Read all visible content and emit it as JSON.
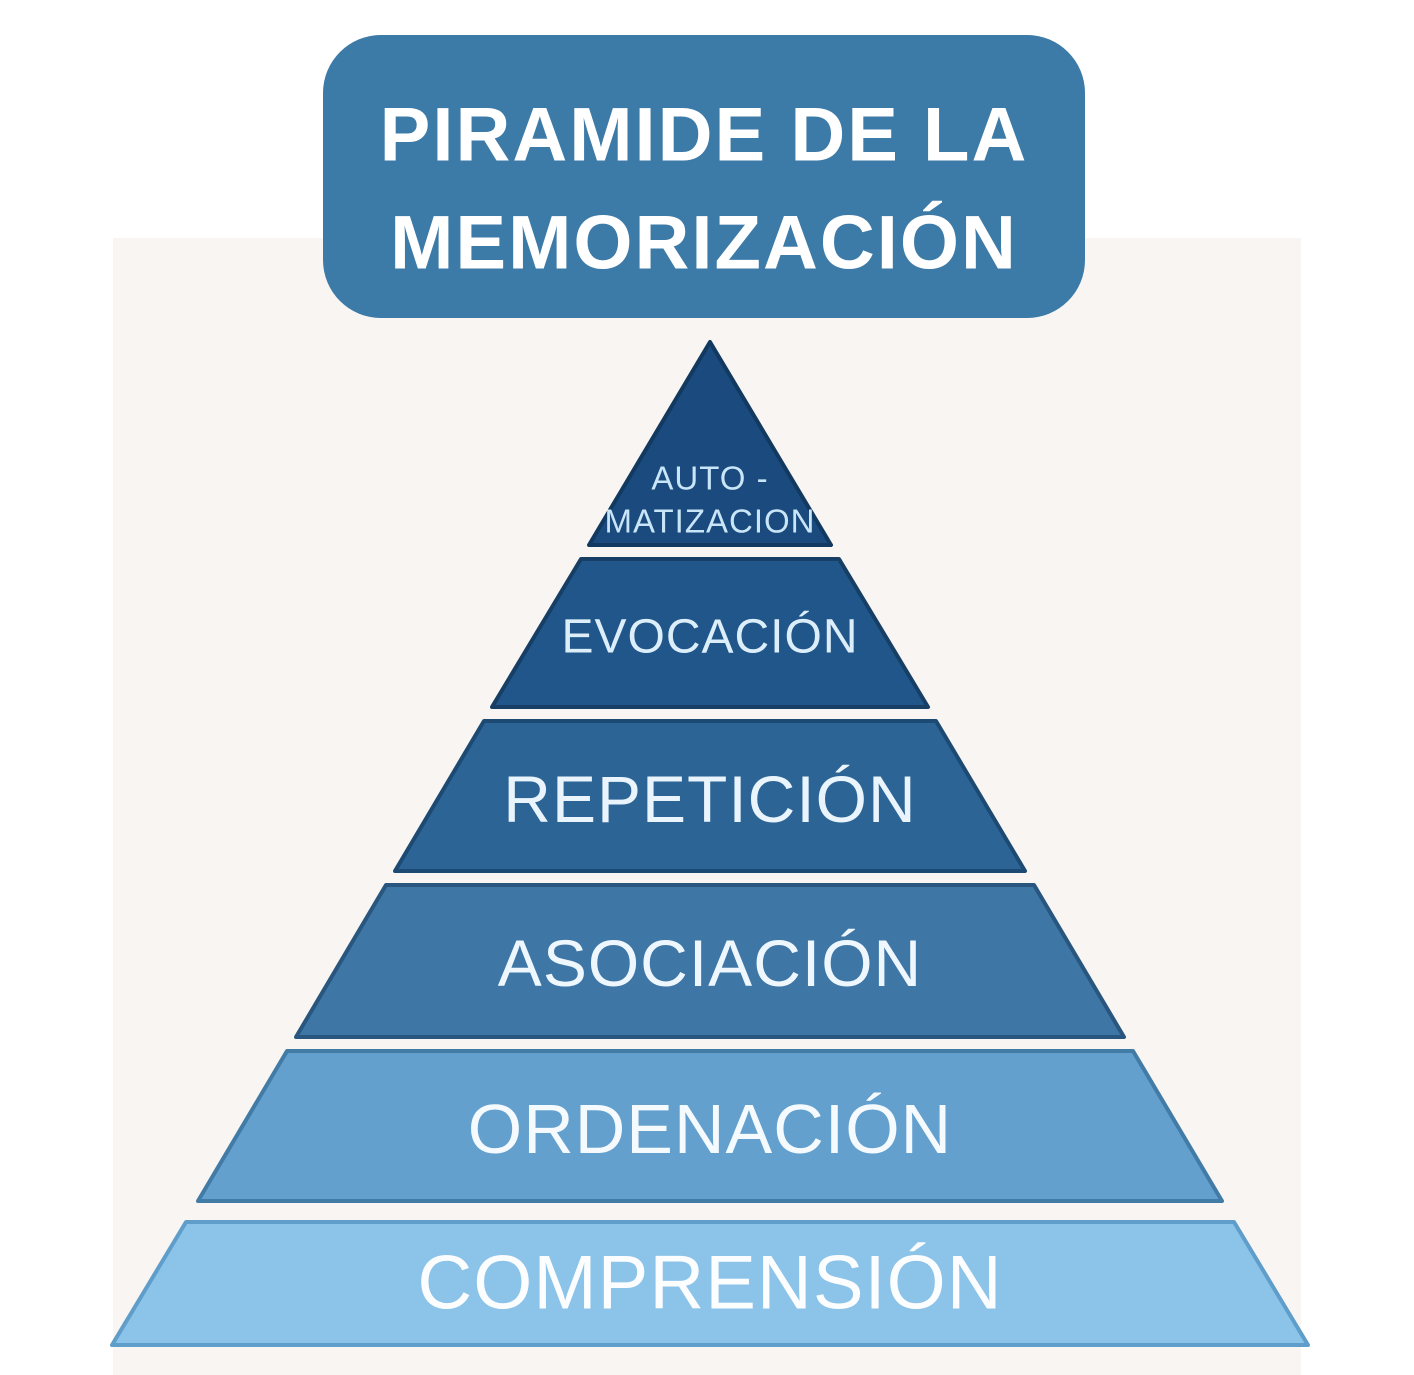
{
  "background": {
    "page_color": "#ffffff",
    "panel_color": "#f8f5f2"
  },
  "title": {
    "text": "PIRAMIDE DE LA MEMORIZACIÓN",
    "line1": "PIRAMIDE DE LA",
    "line2": "MEMORIZACIÓN",
    "box_color": "#3c7aa8",
    "text_color": "#ffffff"
  },
  "pyramid": {
    "levels": [
      {
        "label": "AUTO - MATIZACION",
        "line1": "AUTO -",
        "line2": "MATIZACION",
        "fill": "#1a4a7e",
        "stroke": "#12395f",
        "text_color": "#c9e6f8"
      },
      {
        "label": "EVOCACIÓN",
        "fill": "#20568a",
        "stroke": "#173f66",
        "text_color": "#ddeefb"
      },
      {
        "label": "REPETICIÓN",
        "fill": "#2d6496",
        "stroke": "#1c4a72",
        "text_color": "#e9f4fc"
      },
      {
        "label": "ASOCIACIÓN",
        "fill": "#3e76a6",
        "stroke": "#28567e",
        "text_color": "#eef7fd"
      },
      {
        "label": "ORDENACIÓN",
        "fill": "#64a0cd",
        "stroke": "#417ba6",
        "text_color": "#f4fafe"
      },
      {
        "label": "COMPRENSIÓN",
        "fill": "#8cc3e8",
        "stroke": "#5f9ecb",
        "text_color": "#fbfdff"
      }
    ]
  },
  "chart_data": {
    "type": "pyramid",
    "title": "PIRAMIDE DE LA MEMORIZACIÓN",
    "levels_top_to_bottom": [
      "AUTO - MATIZACION",
      "EVOCACIÓN",
      "REPETICIÓN",
      "ASOCIACIÓN",
      "ORDENACIÓN",
      "COMPRENSIÓN"
    ]
  }
}
